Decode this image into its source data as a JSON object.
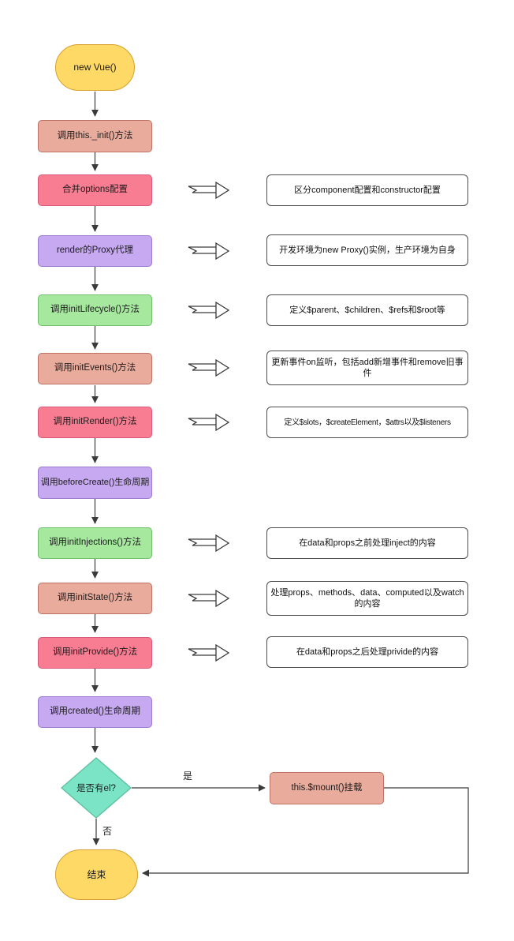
{
  "diagram": {
    "nodes": {
      "start": {
        "label": "new Vue()",
        "shape": "terminator"
      },
      "init": {
        "label": "调用this._init()方法",
        "shape": "process"
      },
      "merge_options": {
        "label": "合并options配置",
        "shape": "process"
      },
      "render_proxy": {
        "label": "render的Proxy代理",
        "shape": "process"
      },
      "init_lifecycle": {
        "label": "调用initLifecycle()方法",
        "shape": "process"
      },
      "init_events": {
        "label": "调用initEvents()方法",
        "shape": "process"
      },
      "init_render": {
        "label": "调用initRender()方法",
        "shape": "process"
      },
      "before_create": {
        "label": "调用beforeCreate()生命周期",
        "shape": "process"
      },
      "init_injections": {
        "label": "调用initInjections()方法",
        "shape": "process"
      },
      "init_state": {
        "label": "调用initState()方法",
        "shape": "process"
      },
      "init_provide": {
        "label": "调用initProvide()方法",
        "shape": "process"
      },
      "created": {
        "label": "调用created()生命周期",
        "shape": "process"
      },
      "has_el": {
        "label": "是否有el?",
        "shape": "decision"
      },
      "mount": {
        "label": "this.$mount()挂载",
        "shape": "process"
      },
      "end": {
        "label": "结束",
        "shape": "terminator"
      }
    },
    "annotations": {
      "merge_options": {
        "text": "区分component配置和constructor配置"
      },
      "render_proxy": {
        "text": "开发环境为new Proxy()实例，生产环境为自身"
      },
      "init_lifecycle": {
        "text": "定义$parent、$children、$refs和$root等"
      },
      "init_events": {
        "text": "更新事件on监听，包括add新增事件和remove旧事件"
      },
      "init_render": {
        "text": "定义$slots，$createElement，$attrs以及$listeners"
      },
      "init_injections": {
        "text": "在data和props之前处理inject的内容"
      },
      "init_state": {
        "text": "处理props、methods、data、computed以及watch的内容"
      },
      "init_provide": {
        "text": "在data和props之后处理privide的内容"
      }
    },
    "edge_labels": {
      "yes": "是",
      "no": "否"
    },
    "colors": {
      "yellow_fill": "#FFD966",
      "yellow_border": "#D7A02F",
      "salmon_fill": "#E9AB9C",
      "salmon_border": "#BE7265",
      "pink_fill": "#F87D92",
      "pink_border": "#D95979",
      "purple_fill": "#C6A9F1",
      "purple_border": "#9C7BD0",
      "green_fill": "#A5E89E",
      "green_border": "#72BF6E",
      "teal_fill": "#7BE4C6",
      "teal_border": "#5FBFA0",
      "line_color": "#3A3A3A",
      "annotation_border": "#4D4D4D"
    }
  }
}
